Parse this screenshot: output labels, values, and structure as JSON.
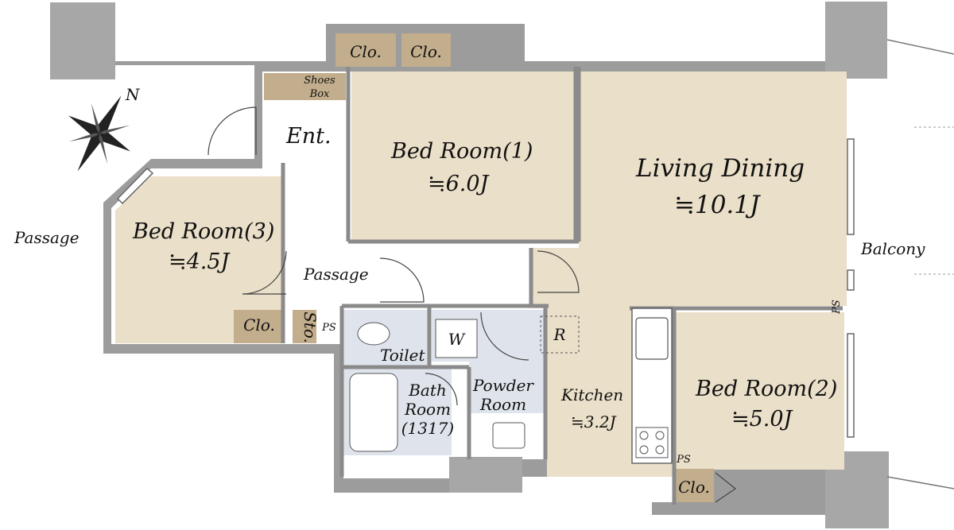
{
  "colors": {
    "wall": "#9c9c9c",
    "room": "#eadfc8",
    "wet": "#dfe4ec",
    "closet": "#c2ad8c",
    "floor": "#ffffff",
    "pillar": "#a7a7a7"
  },
  "compass": {
    "label": "N"
  },
  "rooms": {
    "living_name": "Living Dining",
    "living_size": "≒10.1J",
    "bed1_name": "Bed Room(1)",
    "bed1_size": "≒6.0J",
    "bed2_name": "Bed Room(2)",
    "bed2_size": "≒5.0J",
    "bed3_name": "Bed Room(3)",
    "bed3_size": "≒4.5J",
    "kitchen_name": "Kitchen",
    "kitchen_size": "≒3.2J"
  },
  "labels": {
    "ent": "Ent.",
    "shoes_1": "Shoes",
    "shoes_2": "Box",
    "passage_outer": "Passage",
    "passage_inner": "Passage",
    "balcony": "Balcony",
    "toilet": "Toilet",
    "bath_1": "Bath",
    "bath_2": "Room",
    "bath_3": "(1317)",
    "powder_1": "Powder",
    "powder_2": "Room",
    "washer": "W",
    "fridge": "R",
    "ps_1": "PS",
    "ps_2": "PS",
    "ps_3": "PS",
    "sto": "Sto.",
    "clo_1": "Clo.",
    "clo_2": "Clo.",
    "clo_3": "Clo.",
    "clo_4": "Clo."
  }
}
